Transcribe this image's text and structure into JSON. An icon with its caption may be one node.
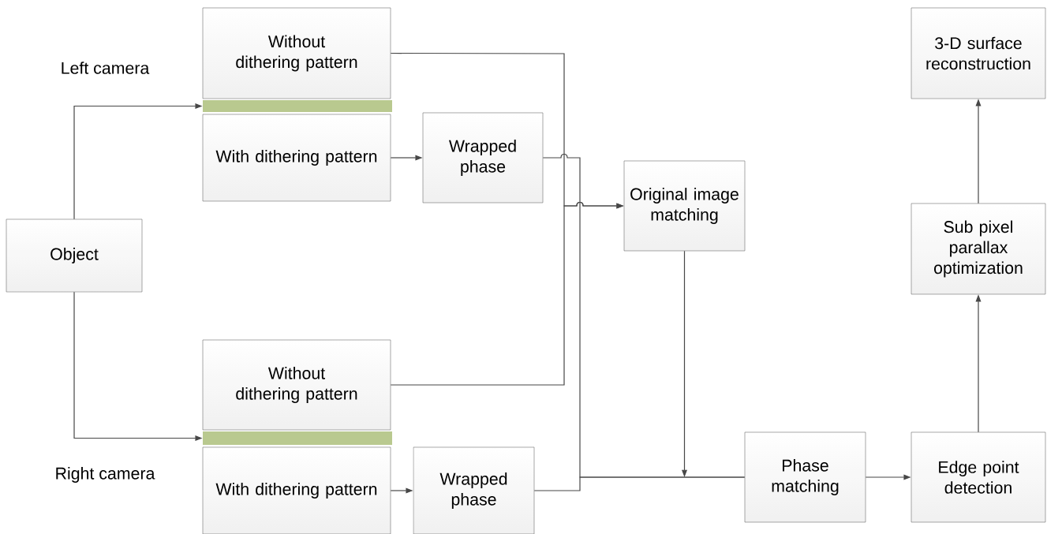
{
  "diagram": {
    "nodes": [
      {
        "text": [
          "Without dithering pattern"
        ]
      },
      {
        "text": [],
        "shape": "bar"
      },
      {
        "text": [
          "With dithering pattern"
        ]
      },
      {
        "text": [
          "Wrapped phase"
        ]
      },
      {
        "text": [
          "3-D surface reconstruction"
        ]
      },
      {
        "text": [
          "Original image matching"
        ]
      },
      {
        "text": [
          "Object"
        ]
      },
      {
        "text": [
          "Sub pixel parallax optimization"
        ]
      },
      {
        "text": [
          "Without dithering pattern"
        ]
      },
      {
        "text": [],
        "shape": "bar"
      },
      {
        "text": [
          "With dithering pattern"
        ]
      },
      {
        "text": [
          "Wrapped phase"
        ]
      },
      {
        "text": [
          "Phase matching"
        ]
      },
      {
        "text": [
          "Edge point detection"
        ]
      }
    ],
    "edges": [
      {
        "from": 6,
        "to": 1,
        "arrow": "to"
      },
      {
        "from": 6,
        "to": 9,
        "arrow": "to"
      },
      {
        "from": 2,
        "to": 3,
        "arrow": "to"
      },
      {
        "from": 0,
        "to": 5,
        "arrow": "to"
      },
      {
        "from": 8,
        "to": 5,
        "arrow": "to"
      },
      {
        "from": 10,
        "to": 11,
        "arrow": "to"
      },
      {
        "from": 3,
        "to": 12,
        "arrow": "none"
      },
      {
        "from": 11,
        "to": 12,
        "arrow": "none"
      },
      {
        "from": 5,
        "to": 12,
        "arrow": "to"
      },
      {
        "from": 12,
        "to": 13,
        "arrow": "to"
      },
      {
        "from": 13,
        "to": 7,
        "arrow": "to"
      },
      {
        "from": 7,
        "to": 4,
        "arrow": "to"
      }
    ],
    "labels": [
      "Left camera",
      "Right camera"
    ]
  }
}
